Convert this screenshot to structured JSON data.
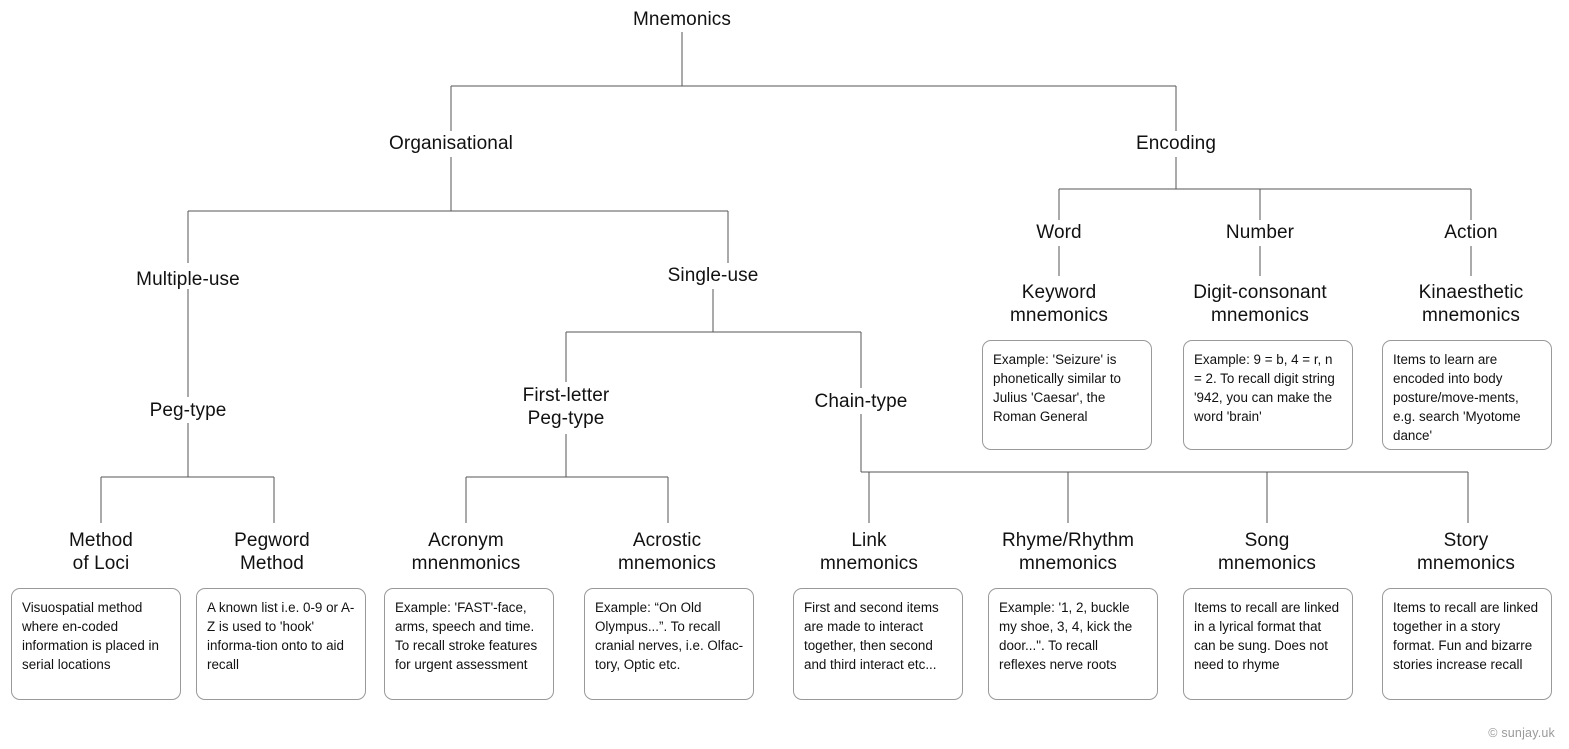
{
  "diagram": {
    "title": "Mnemonics",
    "watermark": "© sunjay.uk",
    "line_color": "#555555",
    "box_border_color": "#999999",
    "text_color": "#111111",
    "watermark_color": "#9a9a9a"
  },
  "nodes": {
    "root": "Mnemonics",
    "organisational": "Organisational",
    "encoding": "Encoding",
    "multiple_use": "Multiple-use",
    "single_use": "Single-use",
    "word": "Word",
    "number": "Number",
    "action": "Action",
    "peg_type": "Peg-type",
    "first_letter_peg_type": "First-letter\nPeg-type",
    "chain_type": "Chain-type",
    "keyword": "Keyword\nmnemonics",
    "digit_consonant": "Digit-consonant\nmnemonics",
    "kinaesthetic": "Kinaesthetic\nmnemonics",
    "method_of_loci": "Method\nof Loci",
    "pegword_method": "Pegword\nMethod",
    "acronym": "Acronym\nmnenmonics",
    "acrostic": "Acrostic\nmnemonics",
    "link": "Link\nmnemonics",
    "rhyme_rhythm": "Rhyme/Rhythm\nmnemonics",
    "song": "Song\nmnemonics",
    "story": "Story\nmnemonics"
  },
  "descriptions": {
    "keyword": "Example: 'Seizure' is phonetically similar to Julius 'Caesar', the Roman General",
    "digit_consonant": "Example: 9 = b, 4 = r, n = 2. To recall digit string '942, you can make the word 'brain'",
    "kinaesthetic": "Items to learn are encoded into body posture/move-ments, e.g. search 'Myotome dance'",
    "method_of_loci": "Visuospatial method where en-coded information is placed in serial locations",
    "pegword_method": "A known list i.e. 0-9 or A-Z is used to 'hook' informa-tion onto to aid recall",
    "acronym": "Example: 'FAST'-face, arms, speech and time. To recall stroke features for urgent assessment",
    "acrostic": "Example: “On Old Olympus...”. To recall cranial nerves, i.e. Olfac-tory, Optic etc.",
    "link": "First and second items are made to interact together, then second and third interact etc...",
    "rhyme_rhythm": "Example: '1, 2, buckle my shoe, 3, 4, kick the door...\". To recall reflexes nerve roots",
    "song": "Items to recall are linked in a lyrical format that can be sung. Does not need to rhyme",
    "story": "Items to recall are linked together in a story format. Fun and bizarre stories increase recall"
  },
  "tree_structure": {
    "Mnemonics": {
      "Organisational": {
        "Multiple-use": {
          "Peg-type": [
            "Method of Loci",
            "Pegword Method"
          ]
        },
        "Single-use": {
          "First-letter Peg-type": [
            "Acronym mnenmonics",
            "Acrostic mnemonics"
          ],
          "Chain-type": [
            "Link mnemonics",
            "Rhyme/Rhythm mnemonics",
            "Song mnemonics",
            "Story mnemonics"
          ]
        }
      },
      "Encoding": {
        "Word": [
          "Keyword mnemonics"
        ],
        "Number": [
          "Digit-consonant mnemonics"
        ],
        "Action": [
          "Kinaesthetic mnemonics"
        ]
      }
    }
  }
}
